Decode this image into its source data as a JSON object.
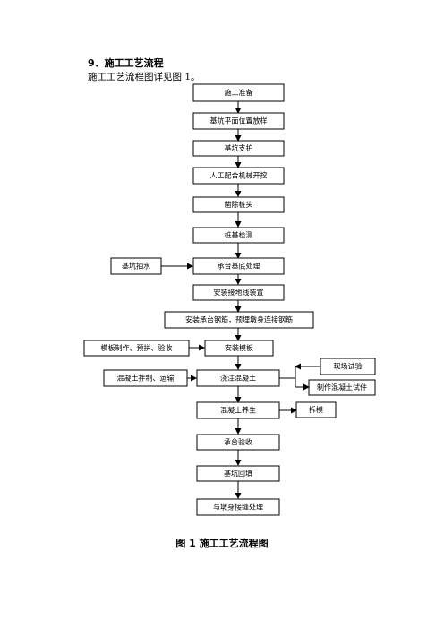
{
  "section": {
    "heading": "9．施工工艺流程",
    "intro": "施工工艺流程图详见图 1。"
  },
  "flow": {
    "steps": [
      "施工准备",
      "基坑平面位置放样",
      "基坑支护",
      "人工配合机械开挖",
      "凿除桩头",
      "桩基检测",
      "承台基底处理",
      "安装接地线装置",
      "安装承台钢筋，预埋墩身连接钢筋",
      "安装模板",
      "浇注混凝土",
      "混凝土养生",
      "承台验收",
      "基坑回填",
      "与墩身接缝处理"
    ],
    "side": {
      "pit_drain": "基坑抽水",
      "formwork_prep": "模板制作、预拼、验收",
      "concrete_mix": "混凝土拌制、运输",
      "site_test": "现场试验",
      "specimen": "制作混凝土试件",
      "demold": "拆模"
    }
  },
  "figure": {
    "caption": "图 1  施工工艺流程图"
  }
}
